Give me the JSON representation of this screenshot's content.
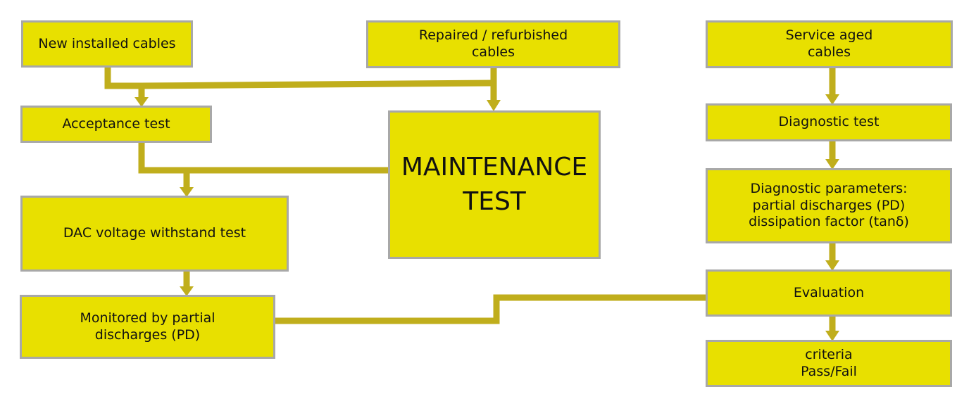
{
  "colors": {
    "box_fill": "#e8e000",
    "box_border": "#a8a8a8",
    "connector": "#c0ae1c",
    "text": "#111111"
  },
  "nodes": {
    "new_installed_cables": "New installed cables",
    "repaired_refurbished_cables": "Repaired / refurbished\ncables",
    "service_aged_cables": "Service aged\ncables",
    "acceptance_test": "Acceptance  test",
    "maintenance_test": "MAINTENANCE\nTEST",
    "diagnostic_test": "Diagnostic test",
    "diagnostic_parameters": "Diagnostic parameters:\npartial discharges (PD)\ndissipation factor (tanδ)",
    "dac_voltage_withstand_test": "DAC voltage withstand test",
    "evaluation": "Evaluation",
    "monitored_by_pd": "Monitored by partial\ndischarges (PD)",
    "criteria_pass_fail": "criteria\nPass/Fail"
  }
}
